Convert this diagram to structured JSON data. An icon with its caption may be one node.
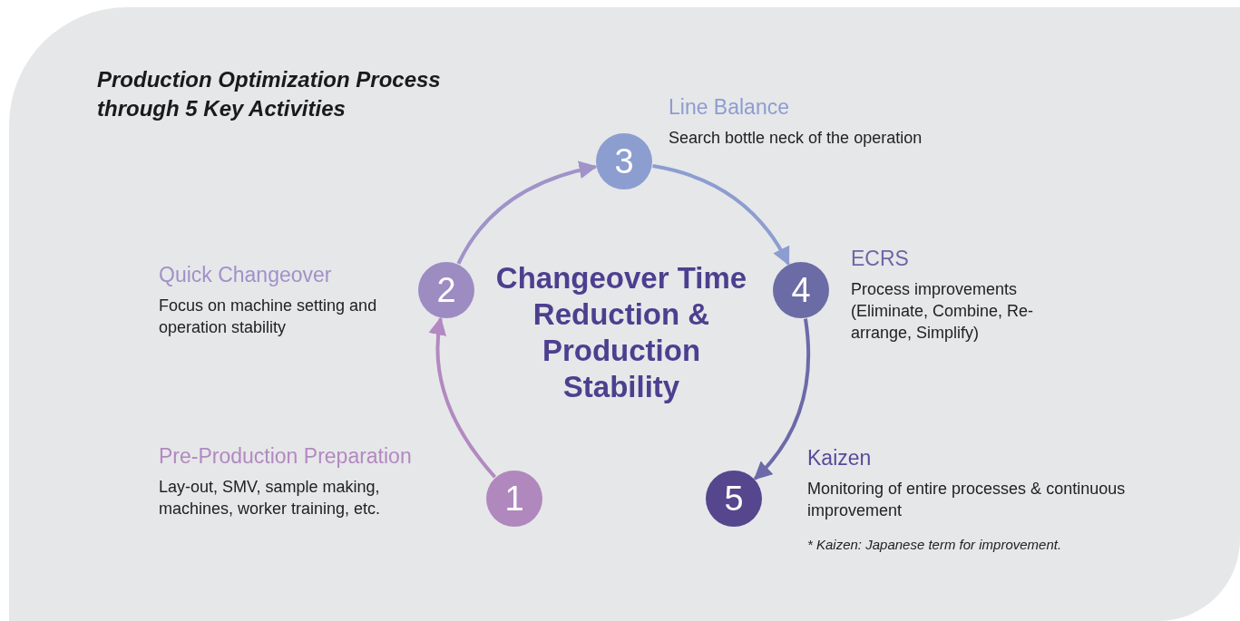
{
  "diagram": {
    "title": "Production Optimization Process through 5 Key Activities",
    "nodes": [
      {
        "text": [
          "1"
        ],
        "beside": [
          "Pre-Production Preparation",
          "Lay-out, SMV, sample making, machines, worker training, etc."
        ]
      },
      {
        "text": [
          "2"
        ],
        "beside": [
          "Quick Changeover",
          "Focus on machine setting and operation stability"
        ]
      },
      {
        "text": [
          "3"
        ],
        "beside": [
          "Line Balance",
          "Search bottle neck of the operation"
        ]
      },
      {
        "text": [
          "4"
        ],
        "beside": [
          "ECRS",
          "Process improvements (Eliminate, Combine, Re-arrange, Simplify)"
        ]
      },
      {
        "text": [
          "5"
        ],
        "beside": [
          "Kaizen",
          "Monitoring of entire processes & continuous improvement"
        ]
      }
    ],
    "edges": [
      {
        "from": 0,
        "to": 1,
        "arrow": "to",
        "color": "#b289c0"
      },
      {
        "from": 1,
        "to": 2,
        "arrow": "to",
        "color": "#a093c8"
      },
      {
        "from": 2,
        "to": 3,
        "arrow": "to",
        "color": "#8c9dd0"
      },
      {
        "from": 3,
        "to": 4,
        "arrow": "to",
        "color": "#6c6aa8"
      }
    ],
    "labels": [
      "Changeover Time Reduction & Production Stability",
      "* Kaizen: Japanese term for improvement."
    ]
  }
}
